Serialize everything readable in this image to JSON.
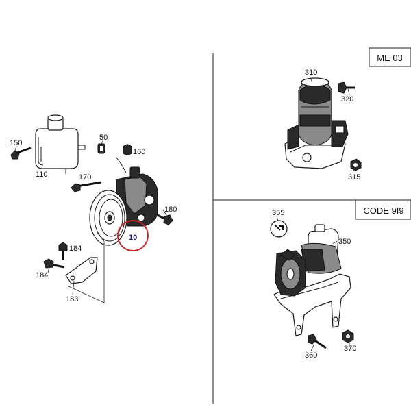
{
  "codes": {
    "top": "ME 03",
    "bottom": "CODE 9I9"
  },
  "labels": {
    "p10": "10",
    "p50": "50",
    "p110": "110",
    "p150": "150",
    "p160": "160",
    "p170": "170",
    "p180": "180",
    "p183": "183",
    "p184a": "184",
    "p184b": "184",
    "p310": "310",
    "p315": "315",
    "p320": "320",
    "p350": "350",
    "p355": "355",
    "p360": "360",
    "p370": "370"
  },
  "colors": {
    "highlight_circle": "#d42020",
    "highlight_label": "#1a1a8a",
    "line": "#1a1a1a"
  }
}
